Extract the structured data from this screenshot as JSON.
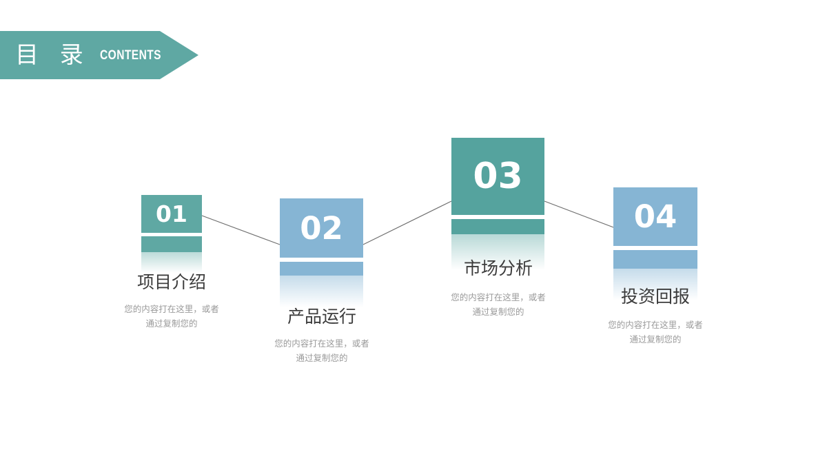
{
  "banner": {
    "title": "目 录",
    "subtitle": "CONTENTS",
    "color": "#5fa8a3"
  },
  "colors": {
    "teal": "#5fa8a3",
    "teal_dark": "#55a39e",
    "blue": "#86b5d4",
    "title_text": "#3c3c3c",
    "desc_text": "#9a9a9a",
    "line": "#6e6e6e"
  },
  "steps": [
    {
      "number": "01",
      "title": "项目介绍",
      "desc_line1": "您的内容打在这里，或者",
      "desc_line2": "通过复制您的",
      "color": "#5fa8a3"
    },
    {
      "number": "02",
      "title": "产品运行",
      "desc_line1": "您的内容打在这里，或者",
      "desc_line2": "通过复制您的",
      "color": "#86b5d4"
    },
    {
      "number": "03",
      "title": "市场分析",
      "desc_line1": "您的内容打在这里，或者",
      "desc_line2": "通过复制您的",
      "color": "#55a39e"
    },
    {
      "number": "04",
      "title": "投资回报",
      "desc_line1": "您的内容打在这里，或者",
      "desc_line2": "通过复制您的",
      "color": "#86b5d4"
    }
  ]
}
